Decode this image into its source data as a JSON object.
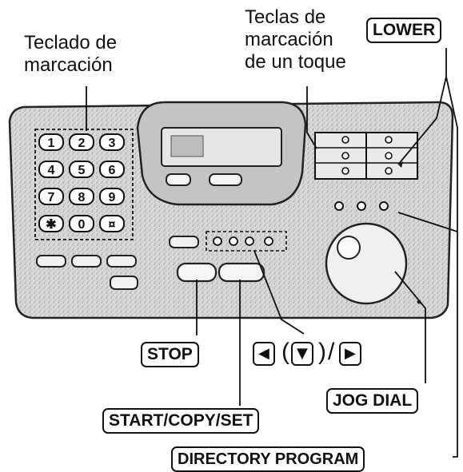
{
  "labels": {
    "keypad": [
      "Teclado de",
      "marcación"
    ],
    "one_touch": [
      "Teclas de",
      "marcación",
      "de un toque"
    ]
  },
  "keys": {
    "lower": "LOWER",
    "stop": "STOP",
    "jog_dial": "JOG DIAL",
    "start_copy_set": "START/COPY/SET",
    "directory_program": "DIRECTORY PROGRAM",
    "nav_left": "◀",
    "nav_down": "▼",
    "nav_right": "▶",
    "nav_sep": "/"
  },
  "keypad_keys": [
    "1",
    "2",
    "3",
    "4",
    "5",
    "6",
    "7",
    "8",
    "9",
    "✱",
    "0",
    "¤"
  ]
}
